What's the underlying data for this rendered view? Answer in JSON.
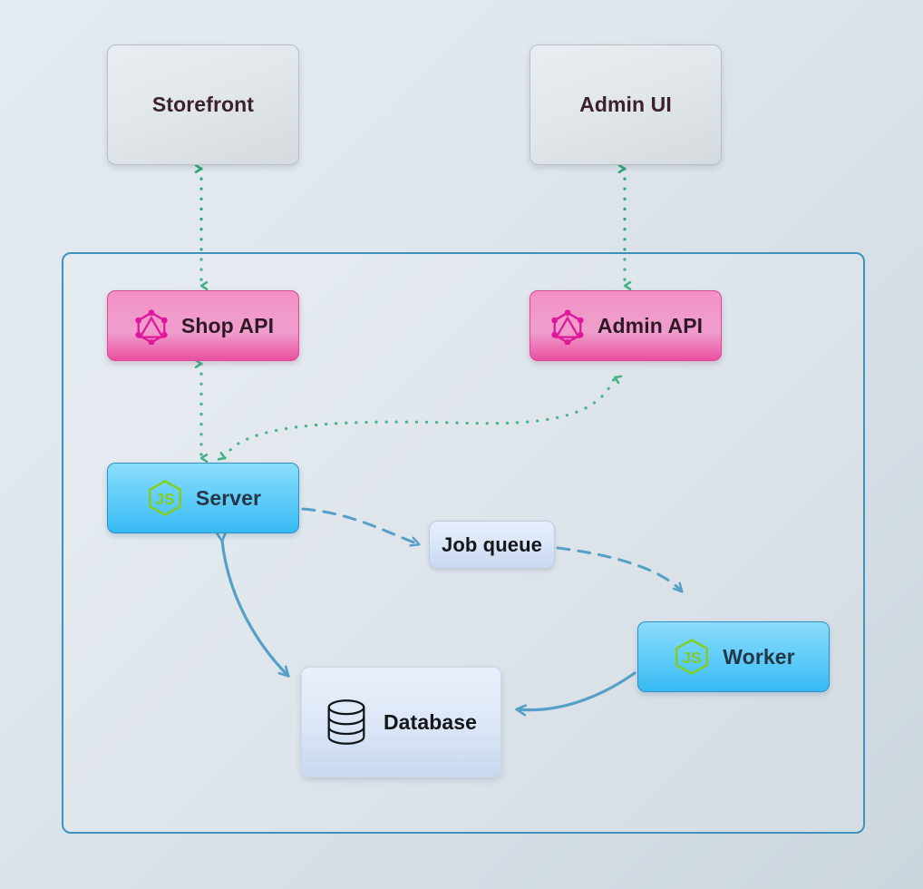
{
  "diagram": {
    "title": "Vendure architecture diagram",
    "background_from": "#e4eaf1",
    "background_to": "#ccd6dd",
    "group": {
      "border_color": "#3d92c0"
    },
    "colors": {
      "graphql_pink": "#e9509f",
      "node_blue": "#4ec4f6",
      "node_green": "#83cd29",
      "dotted_green": "#2aa876",
      "solid_blue": "#3d92c0"
    }
  },
  "nodes": {
    "storefront": {
      "label": "Storefront",
      "icon": ""
    },
    "admin_ui": {
      "label": "Admin UI",
      "icon": ""
    },
    "shop_api": {
      "label": "Shop API",
      "icon": "graphql-icon"
    },
    "admin_api": {
      "label": "Admin API",
      "icon": "graphql-icon"
    },
    "server": {
      "label": "Server",
      "icon": "nodejs-icon"
    },
    "worker": {
      "label": "Worker",
      "icon": "nodejs-icon"
    },
    "job_queue": {
      "label": "Job queue",
      "icon": ""
    },
    "database": {
      "label": "Database",
      "icon": "database-icon"
    }
  },
  "edges": [
    {
      "name": "storefront-shop-api",
      "from": "Storefront",
      "to": "Shop API",
      "style": "dotted",
      "color": "#2aa876",
      "direction": "both"
    },
    {
      "name": "admin-ui-admin-api",
      "from": "Admin UI",
      "to": "Admin API",
      "style": "dotted",
      "color": "#2aa876",
      "direction": "both"
    },
    {
      "name": "shop-api-server",
      "from": "Shop API",
      "to": "Server",
      "style": "dotted",
      "color": "#2aa876",
      "direction": "both"
    },
    {
      "name": "server-admin-api",
      "from": "Server",
      "to": "Admin API",
      "style": "dotted",
      "color": "#2aa876",
      "direction": "both"
    },
    {
      "name": "server-job-queue",
      "from": "Server",
      "to": "Job queue",
      "style": "dashed",
      "color": "#3d92c0",
      "direction": "forward"
    },
    {
      "name": "job-queue-worker",
      "from": "Job queue",
      "to": "Worker",
      "style": "dashed",
      "color": "#3d92c0",
      "direction": "forward"
    },
    {
      "name": "server-database",
      "from": "Server",
      "to": "Database",
      "style": "solid",
      "color": "#3d92c0",
      "direction": "both"
    },
    {
      "name": "worker-database",
      "from": "Worker",
      "to": "Database",
      "style": "solid",
      "color": "#3d92c0",
      "direction": "forward"
    }
  ]
}
